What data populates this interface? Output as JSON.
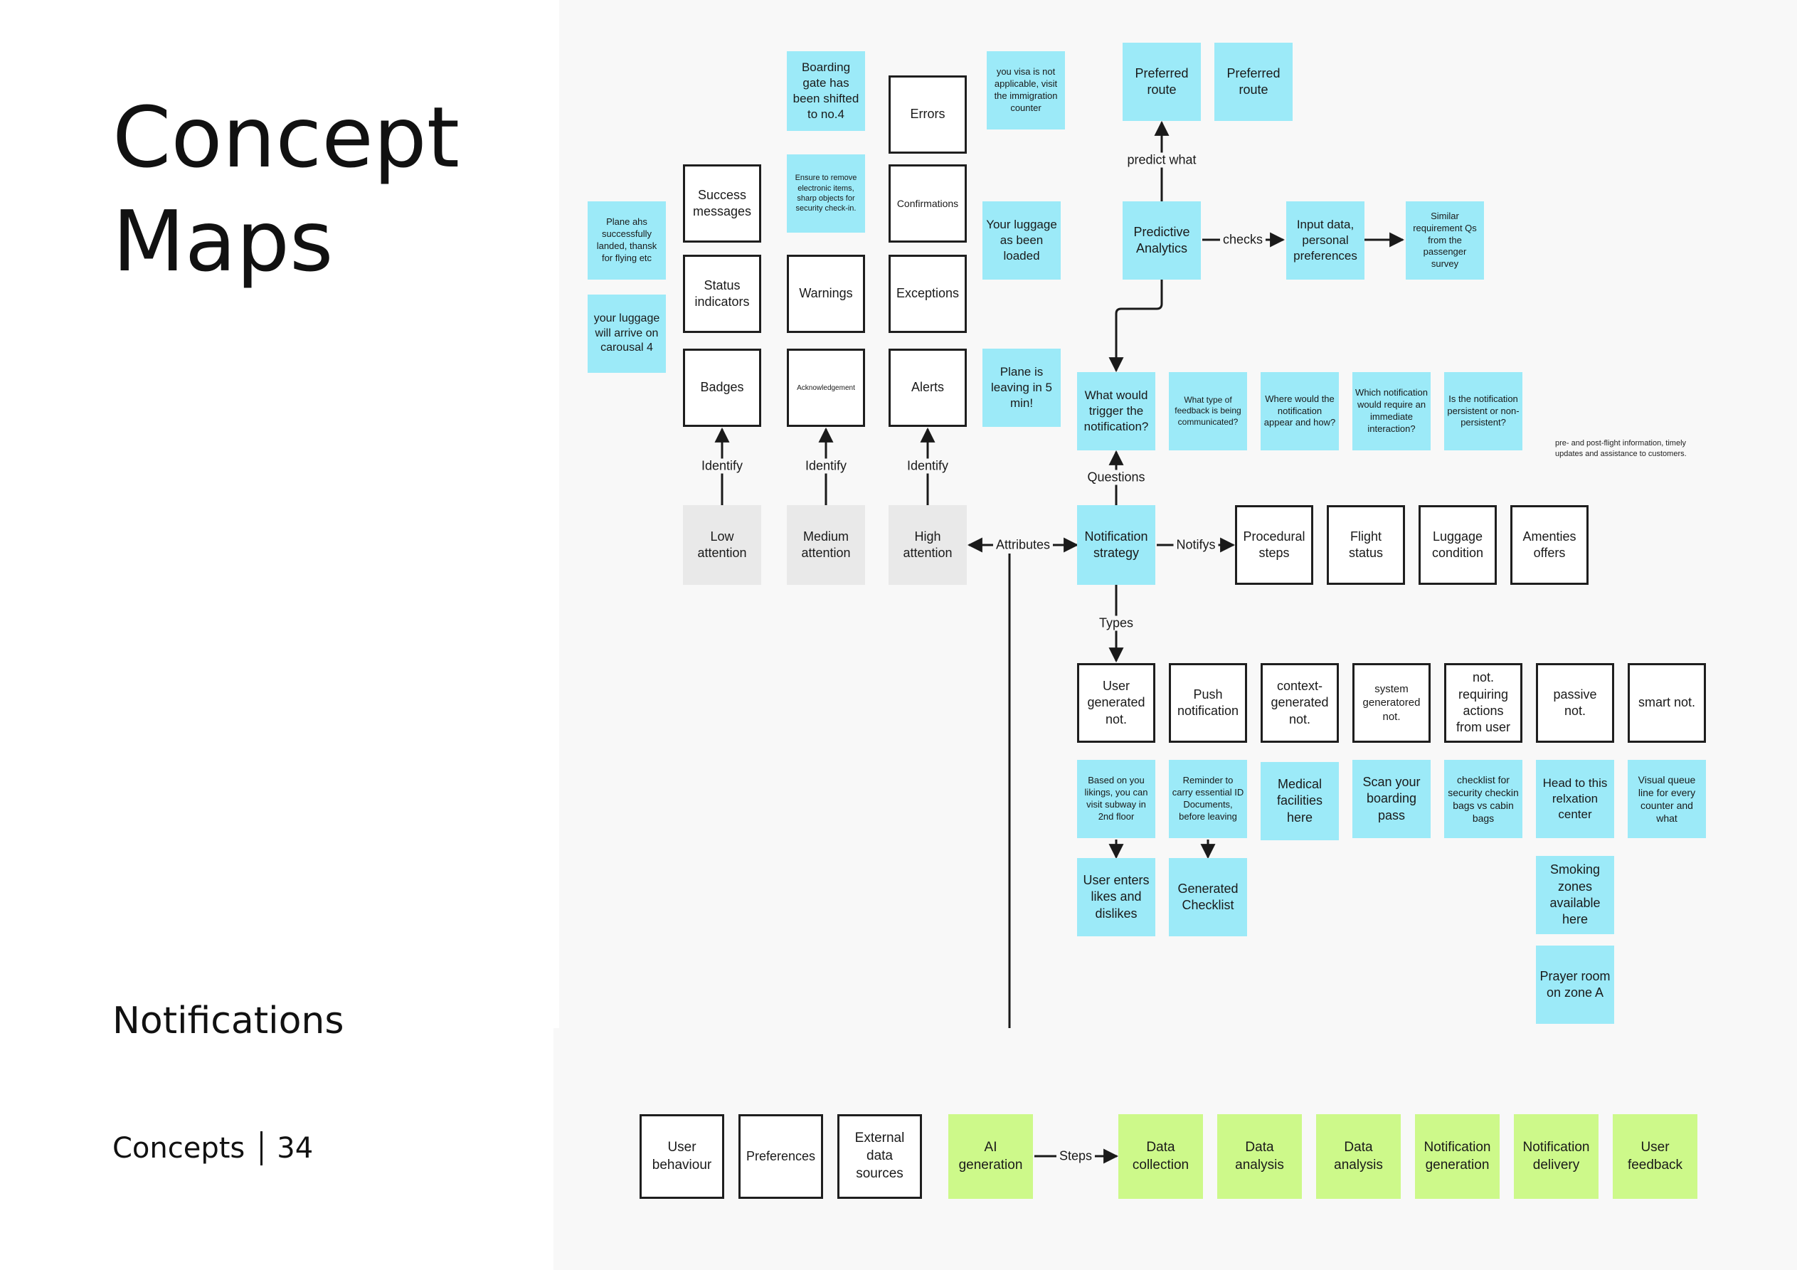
{
  "page": {
    "title_line1": "Concept",
    "title_line2": "Maps",
    "subtitle": "Notifications",
    "footer_section": "Concepts",
    "footer_page": "34"
  },
  "colors": {
    "background": "#ffffff",
    "board": "#f8f8f8",
    "sticky_blue": "#9ceaf8",
    "sticky_green": "#cdf98a",
    "attention_gray": "#e9e9e9",
    "outline": "#1e1e1e"
  },
  "diagram": {
    "nodes": {
      "plane_landed": "Plane ahs successfully landed, thansk for flying etc",
      "luggage_carousel": "your luggage will arrive on carousal 4",
      "success_messages": "Success messages",
      "status_indicators": "Status indicators",
      "badges": "Badges",
      "boarding_gate": "Boarding gate has been shifted to no.4",
      "ensure_remove": "Ensure to remove electronic items, sharp objects for security check-in.",
      "warnings": "Warnings",
      "acknowledgement": "Acknowledgement",
      "errors": "Errors",
      "confirmations": "Confirmations",
      "exceptions": "Exceptions",
      "alerts": "Alerts",
      "visa_not_applicable": "you visa is not applicable, visit the immigration counter",
      "luggage_loaded": "Your luggage as been loaded",
      "plane_leaving": "Plane is leaving in 5 min!",
      "low_attention": "Low attention",
      "medium_attention": "Medium attention",
      "high_attention": "High attention",
      "preferred_route_1": "Preferred route",
      "preferred_route_2": "Preferred route",
      "predictive_analytics": "Predictive Analytics",
      "input_data": "Input data, personal preferences",
      "similar_requirement": "Similar requirement Qs from the passenger survey",
      "what_trigger": "What would trigger the notification?",
      "what_feedback": "What type of feedback is being communicated?",
      "where_appear": "Where would the notification appear and how?",
      "which_immediate": "Which notification would require an immediate interaction?",
      "persistent": "Is the notification persistent or non-persistent?",
      "notification_strategy": "Notification strategy",
      "procedural_steps": "Procedural steps",
      "flight_status": "Flight status",
      "luggage_condition": "Luggage condition",
      "amenities_offers": "Amenties offers",
      "user_generated": "User generated not.",
      "push_notification": "Push notification",
      "context_generated": "context-generated not.",
      "system_generated": "system generatored not.",
      "not_requiring": "not. requiring actions from user",
      "passive": "passive not.",
      "smart": "smart not.",
      "based_on_likings": "Based on you likings, you can visit subway in 2nd floor",
      "reminder_id": "Reminder to carry essential ID Documents, before leaving",
      "medical_facilities": "Medical facilities here",
      "scan_boarding": "Scan your boarding pass",
      "checklist_security": "checklist for security checkin bags vs cabin bags",
      "head_relaxation": "Head to this relxation center",
      "visual_queue": "Visual queue line for every counter and what",
      "user_enters_likes": "User enters likes and dislikes",
      "generated_checklist": "Generated Checklist",
      "smoking_zones": "Smoking zones available here",
      "prayer_room": "Prayer room on zone A",
      "user_behaviour": "User behaviour",
      "preferences": "Preferences",
      "external_data": "External data sources",
      "ai_generation": "AI generation",
      "data_collection": "Data collection",
      "data_analysis_1": "Data analysis",
      "data_analysis_2": "Data analysis",
      "notification_generation": "Notification generation",
      "notification_delivery": "Notification delivery",
      "user_feedback": "User feedback"
    },
    "edge_labels": {
      "identify_low": "Identify",
      "identify_medium": "Identify",
      "identify_high": "Identify",
      "attributes": "Attributes",
      "questions": "Questions",
      "notifys": "Notifys",
      "types": "Types",
      "predict_what": "predict what",
      "checks": "checks",
      "steps": "Steps"
    },
    "note": "pre- and post-flight information, timely updates and assistance to customers."
  }
}
